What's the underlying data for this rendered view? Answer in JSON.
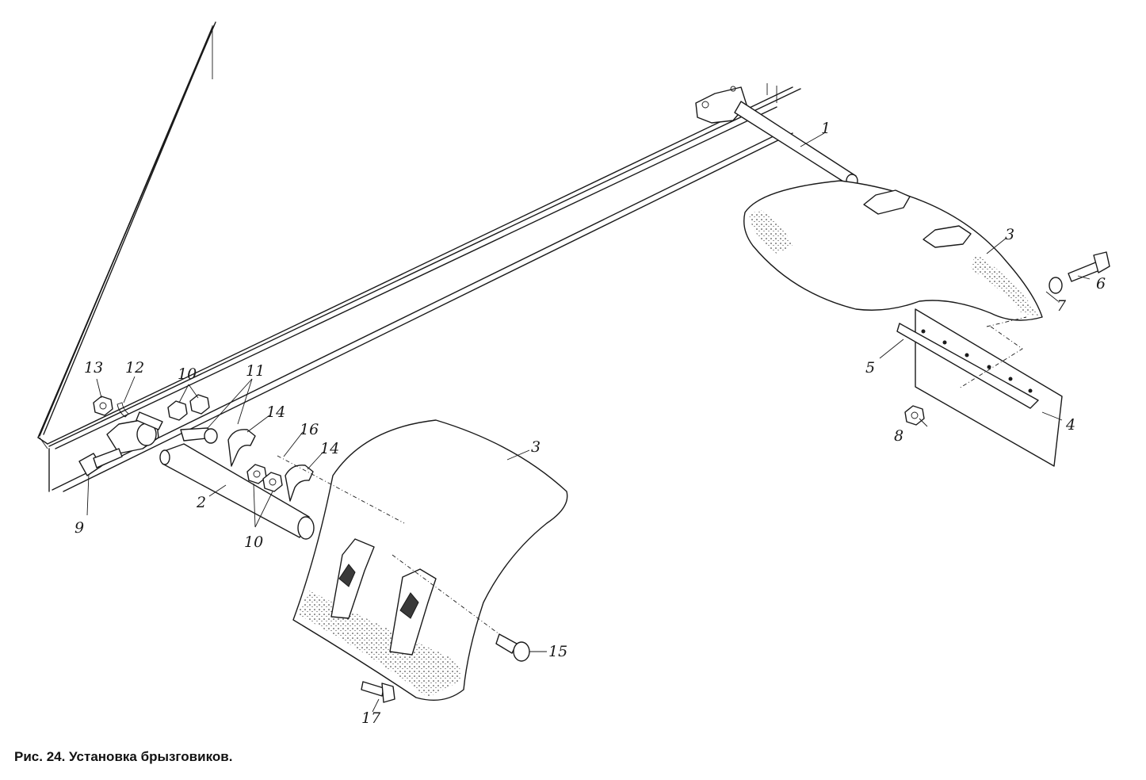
{
  "caption": "Рис. 24. Установка брызговиков.",
  "callouts": [
    "1",
    "2",
    "3",
    "3",
    "4",
    "5",
    "6",
    "7",
    "8",
    "9",
    "10",
    "10",
    "11",
    "12",
    "13",
    "14",
    "14",
    "15",
    "16",
    "17"
  ],
  "colors": {
    "ink": "#1a1a1a",
    "paper": "#ffffff"
  },
  "icons": [
    "bracket-icon",
    "bolt-icon",
    "nut-icon",
    "washer-icon",
    "clamp-icon",
    "mudflap-icon",
    "rod-icon",
    "plate-icon"
  ]
}
